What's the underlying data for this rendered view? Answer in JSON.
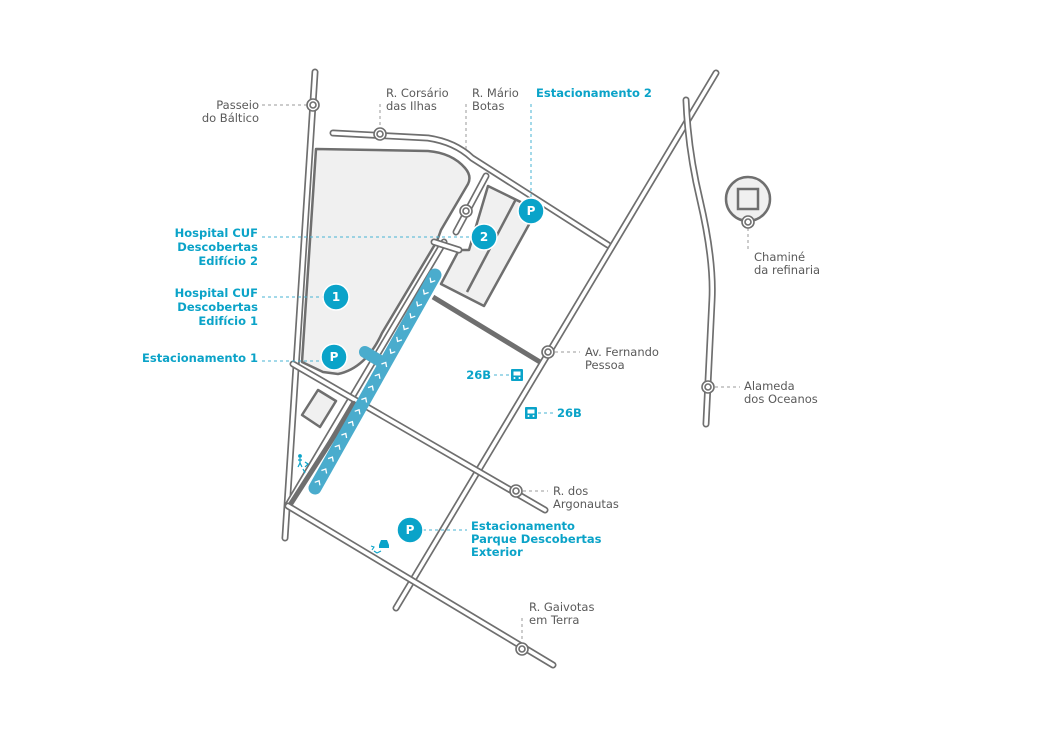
{
  "colors": {
    "accent": "#0aa3c9",
    "path": "#4aaccd",
    "road": "#6f6f6f",
    "building": "#f0f0f0",
    "text": "#5a5a5a"
  },
  "streets": {
    "passeio": [
      "Passeio",
      "do Báltico"
    ],
    "corsario": [
      "R. Corsário",
      "das Ilhas"
    ],
    "mario": [
      "R. Mário",
      "Botas"
    ],
    "fernando": [
      "Av. Fernando",
      "Pessoa"
    ],
    "argonautas": [
      "R. dos",
      "Argonautas"
    ],
    "gaivotas": [
      "R. Gaivotas",
      "em Terra"
    ],
    "alameda": [
      "Alameda",
      "dos Oceanos"
    ],
    "chamine": [
      "Chaminé",
      "da refinaria"
    ]
  },
  "places": {
    "est2": "Estacionamento 2",
    "hosp2": [
      "Hospital CUF",
      "Descobertas",
      "Edifício 2"
    ],
    "hosp1": [
      "Hospital CUF",
      "Descobertas",
      "Edifício 1"
    ],
    "est1": "Estacionamento 1",
    "estExt": [
      "Estacionamento",
      "Parque Descobertas",
      "Exterior"
    ]
  },
  "markers": {
    "parking": "P",
    "building1": "1",
    "building2": "2"
  },
  "bus": {
    "stop1": "26B",
    "stop2": "26B"
  },
  "icons": [
    "bus-icon",
    "pedestrian-icon",
    "car-icon",
    "chimney-icon",
    "street-marker-icon"
  ]
}
